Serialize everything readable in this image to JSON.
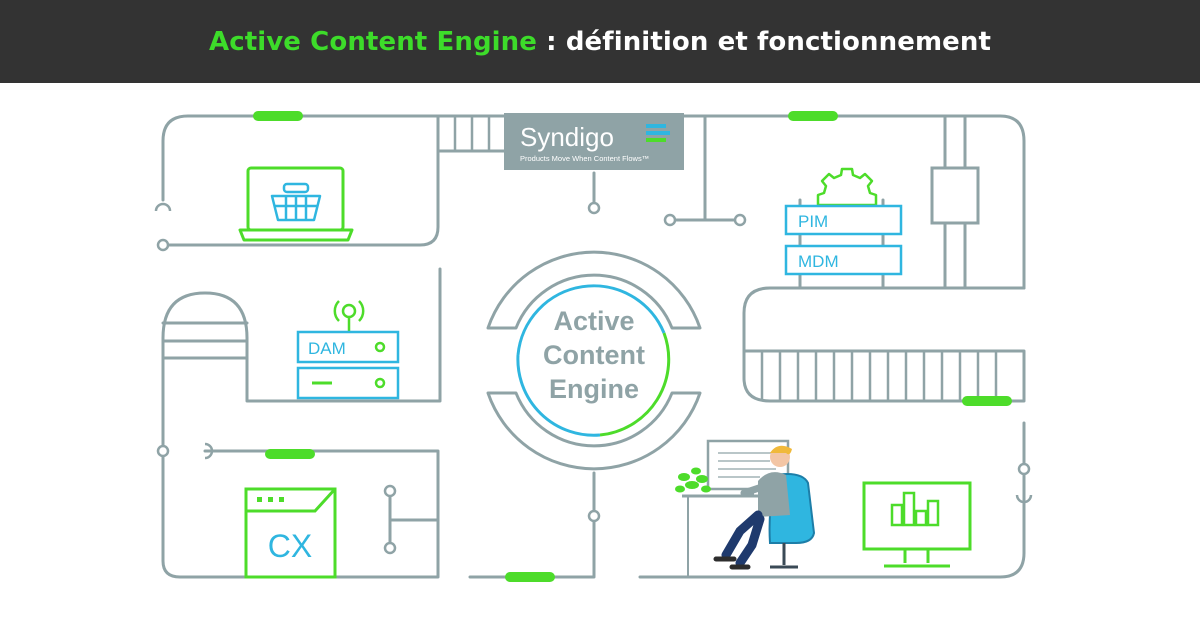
{
  "header": {
    "title_highlight": "Active Content Engine",
    "title_rest": " : définition et fonctionnement"
  },
  "logo": {
    "brand": "Syndigo",
    "tagline": "Products Move When Content Flows™"
  },
  "diagram": {
    "center_label_1": "Active",
    "center_label_2": "Content",
    "center_label_3": "Engine",
    "dam_label": "DAM",
    "pim_label": "PIM",
    "mdm_label": "MDM",
    "cx_label": "CX"
  },
  "colors": {
    "header_bg": "#333333",
    "highlight": "#3ddc2a",
    "line": "#8fa3a6",
    "green": "#4ddc2a",
    "blue": "#2fb6e0",
    "logo_bg": "#8fa3a6"
  },
  "icons": [
    "shopping-basket-icon",
    "laptop-icon",
    "gear-icon",
    "antenna-icon",
    "bar-chart-icon",
    "plant-icon",
    "person-at-desk-icon"
  ]
}
